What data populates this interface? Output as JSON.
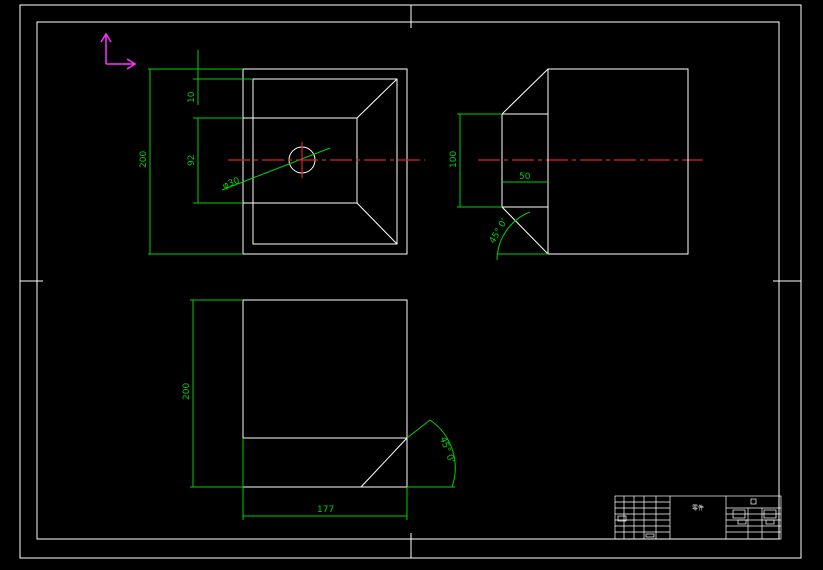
{
  "drawing": {
    "colors": {
      "background": "#000000",
      "geometry": "#ffffff",
      "dimension": "#00d000",
      "centerline": "#e02020",
      "ucs_icon": "#ff33ff"
    },
    "front_view": {
      "dim_total_height": "200",
      "dim_top_offset": "10",
      "dim_inner_height": "92",
      "dim_hole_diameter": "φ30"
    },
    "side_view": {
      "dim_height": "100",
      "dim_width": "50",
      "dim_angle": "45° 0'"
    },
    "top_view": {
      "dim_height": "200",
      "dim_width": "177",
      "dim_angle": "45° 0'"
    },
    "title_block": {
      "drawing_name": "零件"
    },
    "icons": {
      "ucs": "ucs-axis-icon"
    }
  }
}
